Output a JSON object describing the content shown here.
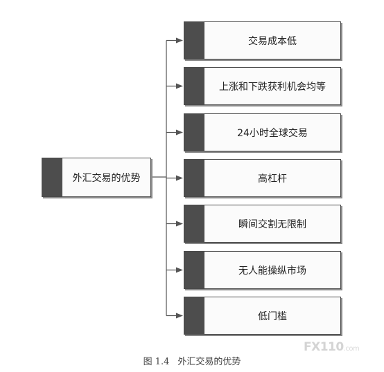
{
  "root": {
    "label": "外汇交易的优势"
  },
  "branches": [
    {
      "label": "交易成本低"
    },
    {
      "label": "上涨和下跌获利机会均等"
    },
    {
      "label": "24小时全球交易"
    },
    {
      "label": "高杠杆"
    },
    {
      "label": "瞬间交割无限制"
    },
    {
      "label": "无人能操纵市场"
    },
    {
      "label": "低门槛"
    }
  ],
  "caption": {
    "figure_number": "图 1.4",
    "text": "外汇交易的优势"
  },
  "watermark": {
    "brand": "FX110",
    "suffix": ".com"
  },
  "colors": {
    "box_tab": "#4d4d4d",
    "box_border": "#4a4a4a",
    "connector": "#555555"
  }
}
